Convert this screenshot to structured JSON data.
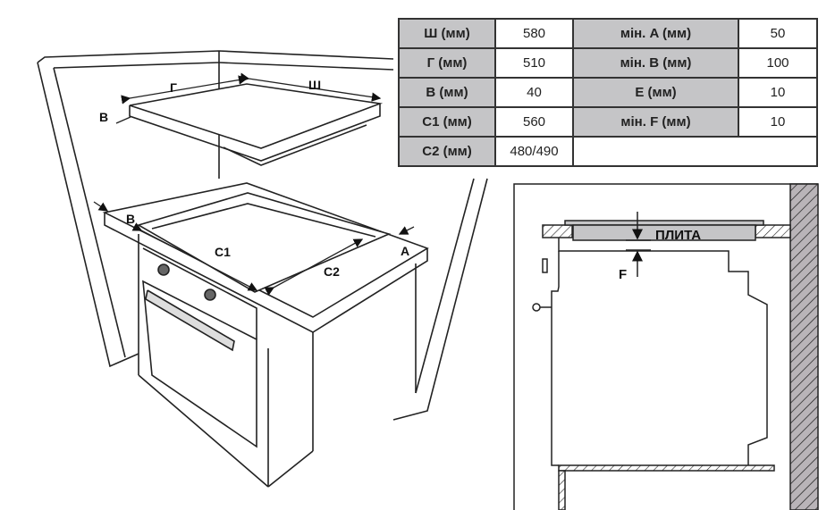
{
  "table": {
    "rows": [
      {
        "label1": "Ш (мм)",
        "value1": "580",
        "label2": "мін. A (мм)",
        "value2": "50"
      },
      {
        "label1": "Г (мм)",
        "value1": "510",
        "label2": "мін. B (мм)",
        "value2": "100"
      },
      {
        "label1": "В (мм)",
        "value1": "40",
        "label2": "E (мм)",
        "value2": "10"
      },
      {
        "label1": "C1 (мм)",
        "value1": "560",
        "label2": "мін. F (мм)",
        "value2": "10"
      },
      {
        "label1": "C2 (мм)",
        "value1": "480/490"
      }
    ]
  },
  "iso_labels": {
    "depth": "Г",
    "width": "Ш",
    "height": "В",
    "b": "B",
    "c1": "C1",
    "c2": "C2",
    "a": "A"
  },
  "section_labels": {
    "hob": "ПЛИТА",
    "f": "F"
  },
  "colors": {
    "fill_gray": "#c5c5c7",
    "hatch_gray": "#b9b4b8",
    "line": "#222222"
  }
}
